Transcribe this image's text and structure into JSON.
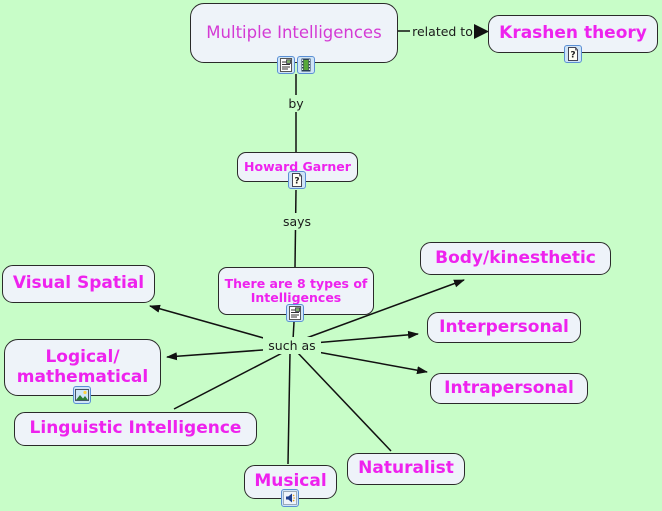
{
  "app": {
    "type": "concept-map"
  },
  "palette": {
    "background": "#c8fdc8",
    "node_fill": "#eef3f9",
    "node_border": "#2a2a2a",
    "title_text": "#d43ad4",
    "node_text": "#ee22ee",
    "line": "#111111"
  },
  "nodes": {
    "multiple_intelligences": {
      "label": "Multiple Intelligences"
    },
    "krashen_theory": {
      "label": "Krashen theory"
    },
    "howard_garner": {
      "label": "Howard Garner"
    },
    "eight_types": {
      "line1": "There are 8 types of",
      "line2": "Intelligences"
    },
    "visual_spatial": {
      "label": "Visual Spatial"
    },
    "logical_mathematical": {
      "line1": "Logical/",
      "line2": "mathematical"
    },
    "linguistic_intelligence": {
      "label": "Linguistic Intelligence"
    },
    "musical": {
      "label": "Musical"
    },
    "naturalist": {
      "label": "Naturalist"
    },
    "interpersonal": {
      "label": "Interpersonal"
    },
    "intrapersonal": {
      "label": "Intrapersonal"
    },
    "body_kinesthetic": {
      "label": "Body/kinesthetic"
    }
  },
  "links": {
    "related_to": "related to",
    "by": "by",
    "says": "says",
    "such_as": "such as"
  },
  "icons": {
    "multiple_intelligences": [
      "document-image-icon",
      "video-icon"
    ],
    "krashen_theory": [
      "question-document-icon"
    ],
    "howard_garner": [
      "question-document-icon"
    ],
    "eight_types": [
      "document-image-icon"
    ],
    "logical_mathematical": [
      "picture-icon"
    ],
    "musical": [
      "audio-icon"
    ]
  }
}
